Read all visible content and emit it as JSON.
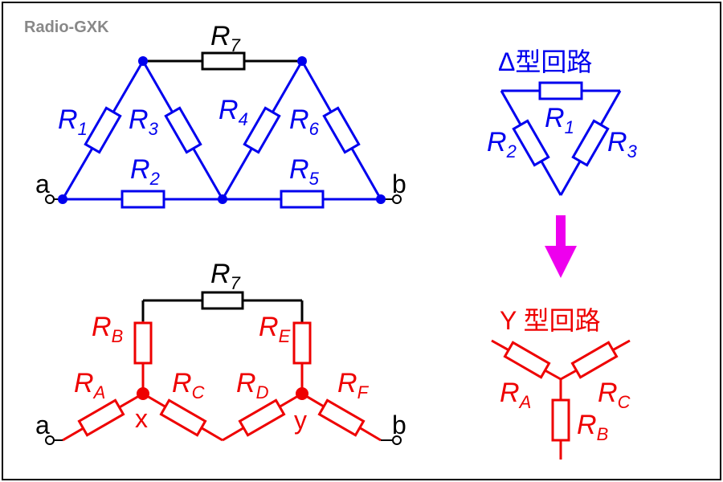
{
  "watermark": "Radio-GXK",
  "colors": {
    "black": "#000000",
    "blue": "#0000ee",
    "red": "#ee0000",
    "magenta": "#ee00ee",
    "wm": "#888888"
  },
  "top_network": {
    "r1": "R",
    "r1_sub": "1",
    "r2": "R",
    "r2_sub": "2",
    "r3": "R",
    "r3_sub": "3",
    "r4": "R",
    "r4_sub": "4",
    "r5": "R",
    "r5_sub": "5",
    "r6": "R",
    "r6_sub": "6",
    "r7": "R",
    "r7_sub": "7",
    "node_a": "a",
    "node_b": "b"
  },
  "bottom_network": {
    "ra": "R",
    "ra_sub": "A",
    "rb": "R",
    "rb_sub": "B",
    "rc": "R",
    "rc_sub": "C",
    "rd": "R",
    "rd_sub": "D",
    "re": "R",
    "re_sub": "E",
    "rf": "R",
    "rf_sub": "F",
    "r7": "R",
    "r7_sub": "7",
    "node_a": "a",
    "node_b": "b",
    "node_x": "x",
    "node_y": "y"
  },
  "delta": {
    "title": "Δ型回路",
    "r1": "R",
    "r1_sub": "1",
    "r2": "R",
    "r2_sub": "2",
    "r3": "R",
    "r3_sub": "3"
  },
  "wye": {
    "title": "Y 型回路",
    "ra": "R",
    "ra_sub": "A",
    "rb": "R",
    "rb_sub": "B",
    "rc": "R",
    "rc_sub": "C"
  }
}
